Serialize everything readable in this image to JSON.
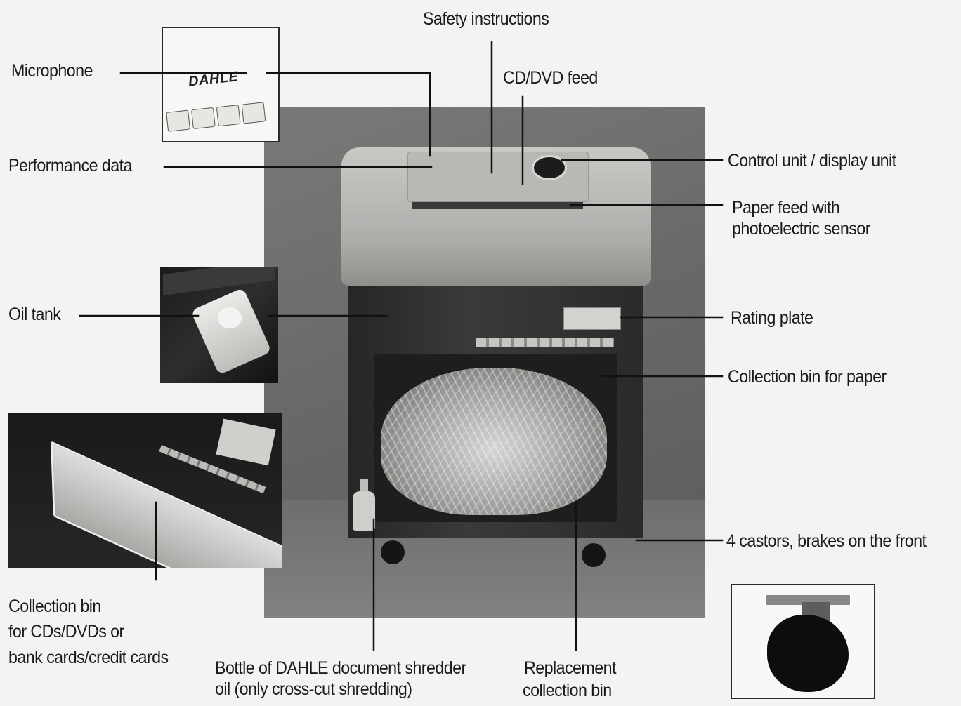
{
  "labels": {
    "safety_instructions": "Safety instructions",
    "cd_dvd_feed": "CD/DVD feed",
    "microphone": "Microphone",
    "performance_data": "Performance data",
    "control_unit": "Control unit / display unit",
    "paper_feed_line1": "Paper feed with",
    "paper_feed_line2": "photoelectric sensor",
    "oil_tank": "Oil tank",
    "rating_plate": "Rating plate",
    "collection_bin_paper": "Collection bin for paper",
    "castors": "4 castors, brakes on the front",
    "collection_bin_cd_line1": "Collection bin",
    "collection_bin_cd_line2": "for CDs/DVDs or",
    "collection_bin_cd_line3": "bank cards/credit cards",
    "bottle_line1": "Bottle of DAHLE document shredder",
    "bottle_line2": "oil (only cross-cut shredding)",
    "replacement_line1": "Replacement",
    "replacement_line2": "collection bin"
  },
  "inset": {
    "logo": "DAHLE"
  }
}
